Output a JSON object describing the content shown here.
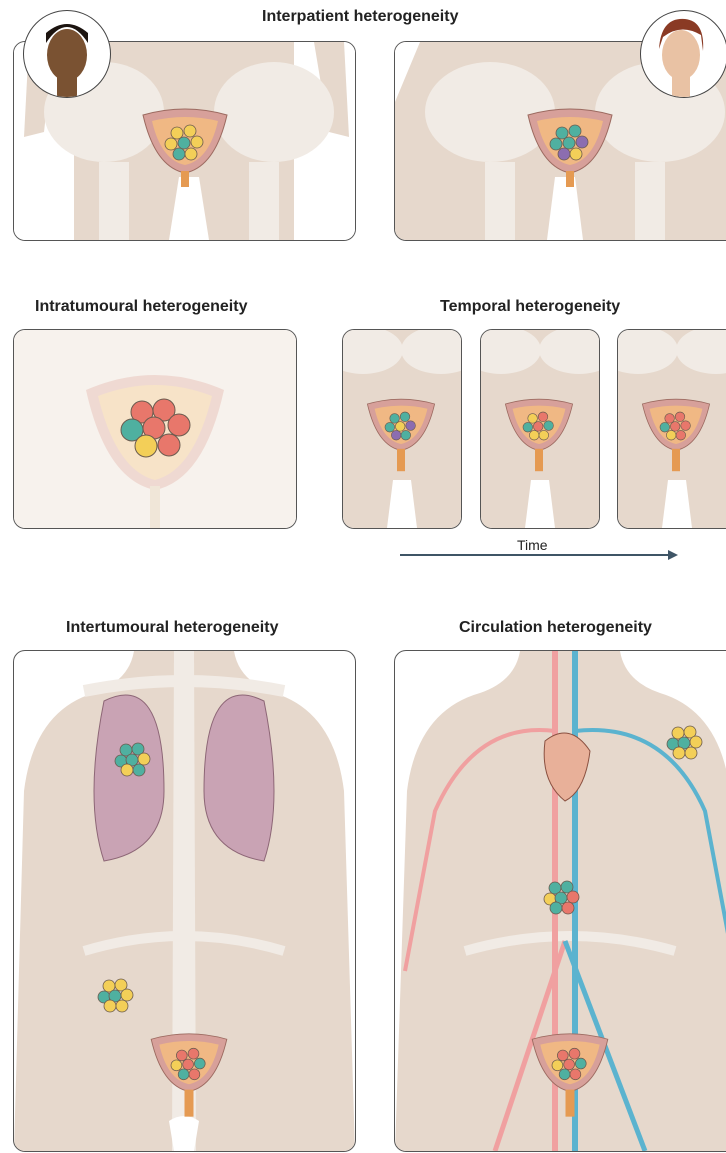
{
  "titles": {
    "interpatient": "Interpatient heterogeneity",
    "intratumoural": "Intratumoural heterogeneity",
    "temporal": "Temporal heterogeneity",
    "intertumoural": "Intertumoural heterogeneity",
    "circulation": "Circulation heterogeneity"
  },
  "time_label": "Time",
  "colors": {
    "body": "#e6d8cc",
    "bone": "#f1ebe5",
    "lung": "#c9a3b4",
    "bladder_wall": "#d7a09a",
    "bladder_inner": "#f0b884",
    "cell_yellow": "#f3cf58",
    "cell_teal": "#4fb0a0",
    "cell_red": "#e8776b",
    "cell_purple": "#8c6db0",
    "artery": "#f0a0a0",
    "vein": "#5bb3cf"
  }
}
